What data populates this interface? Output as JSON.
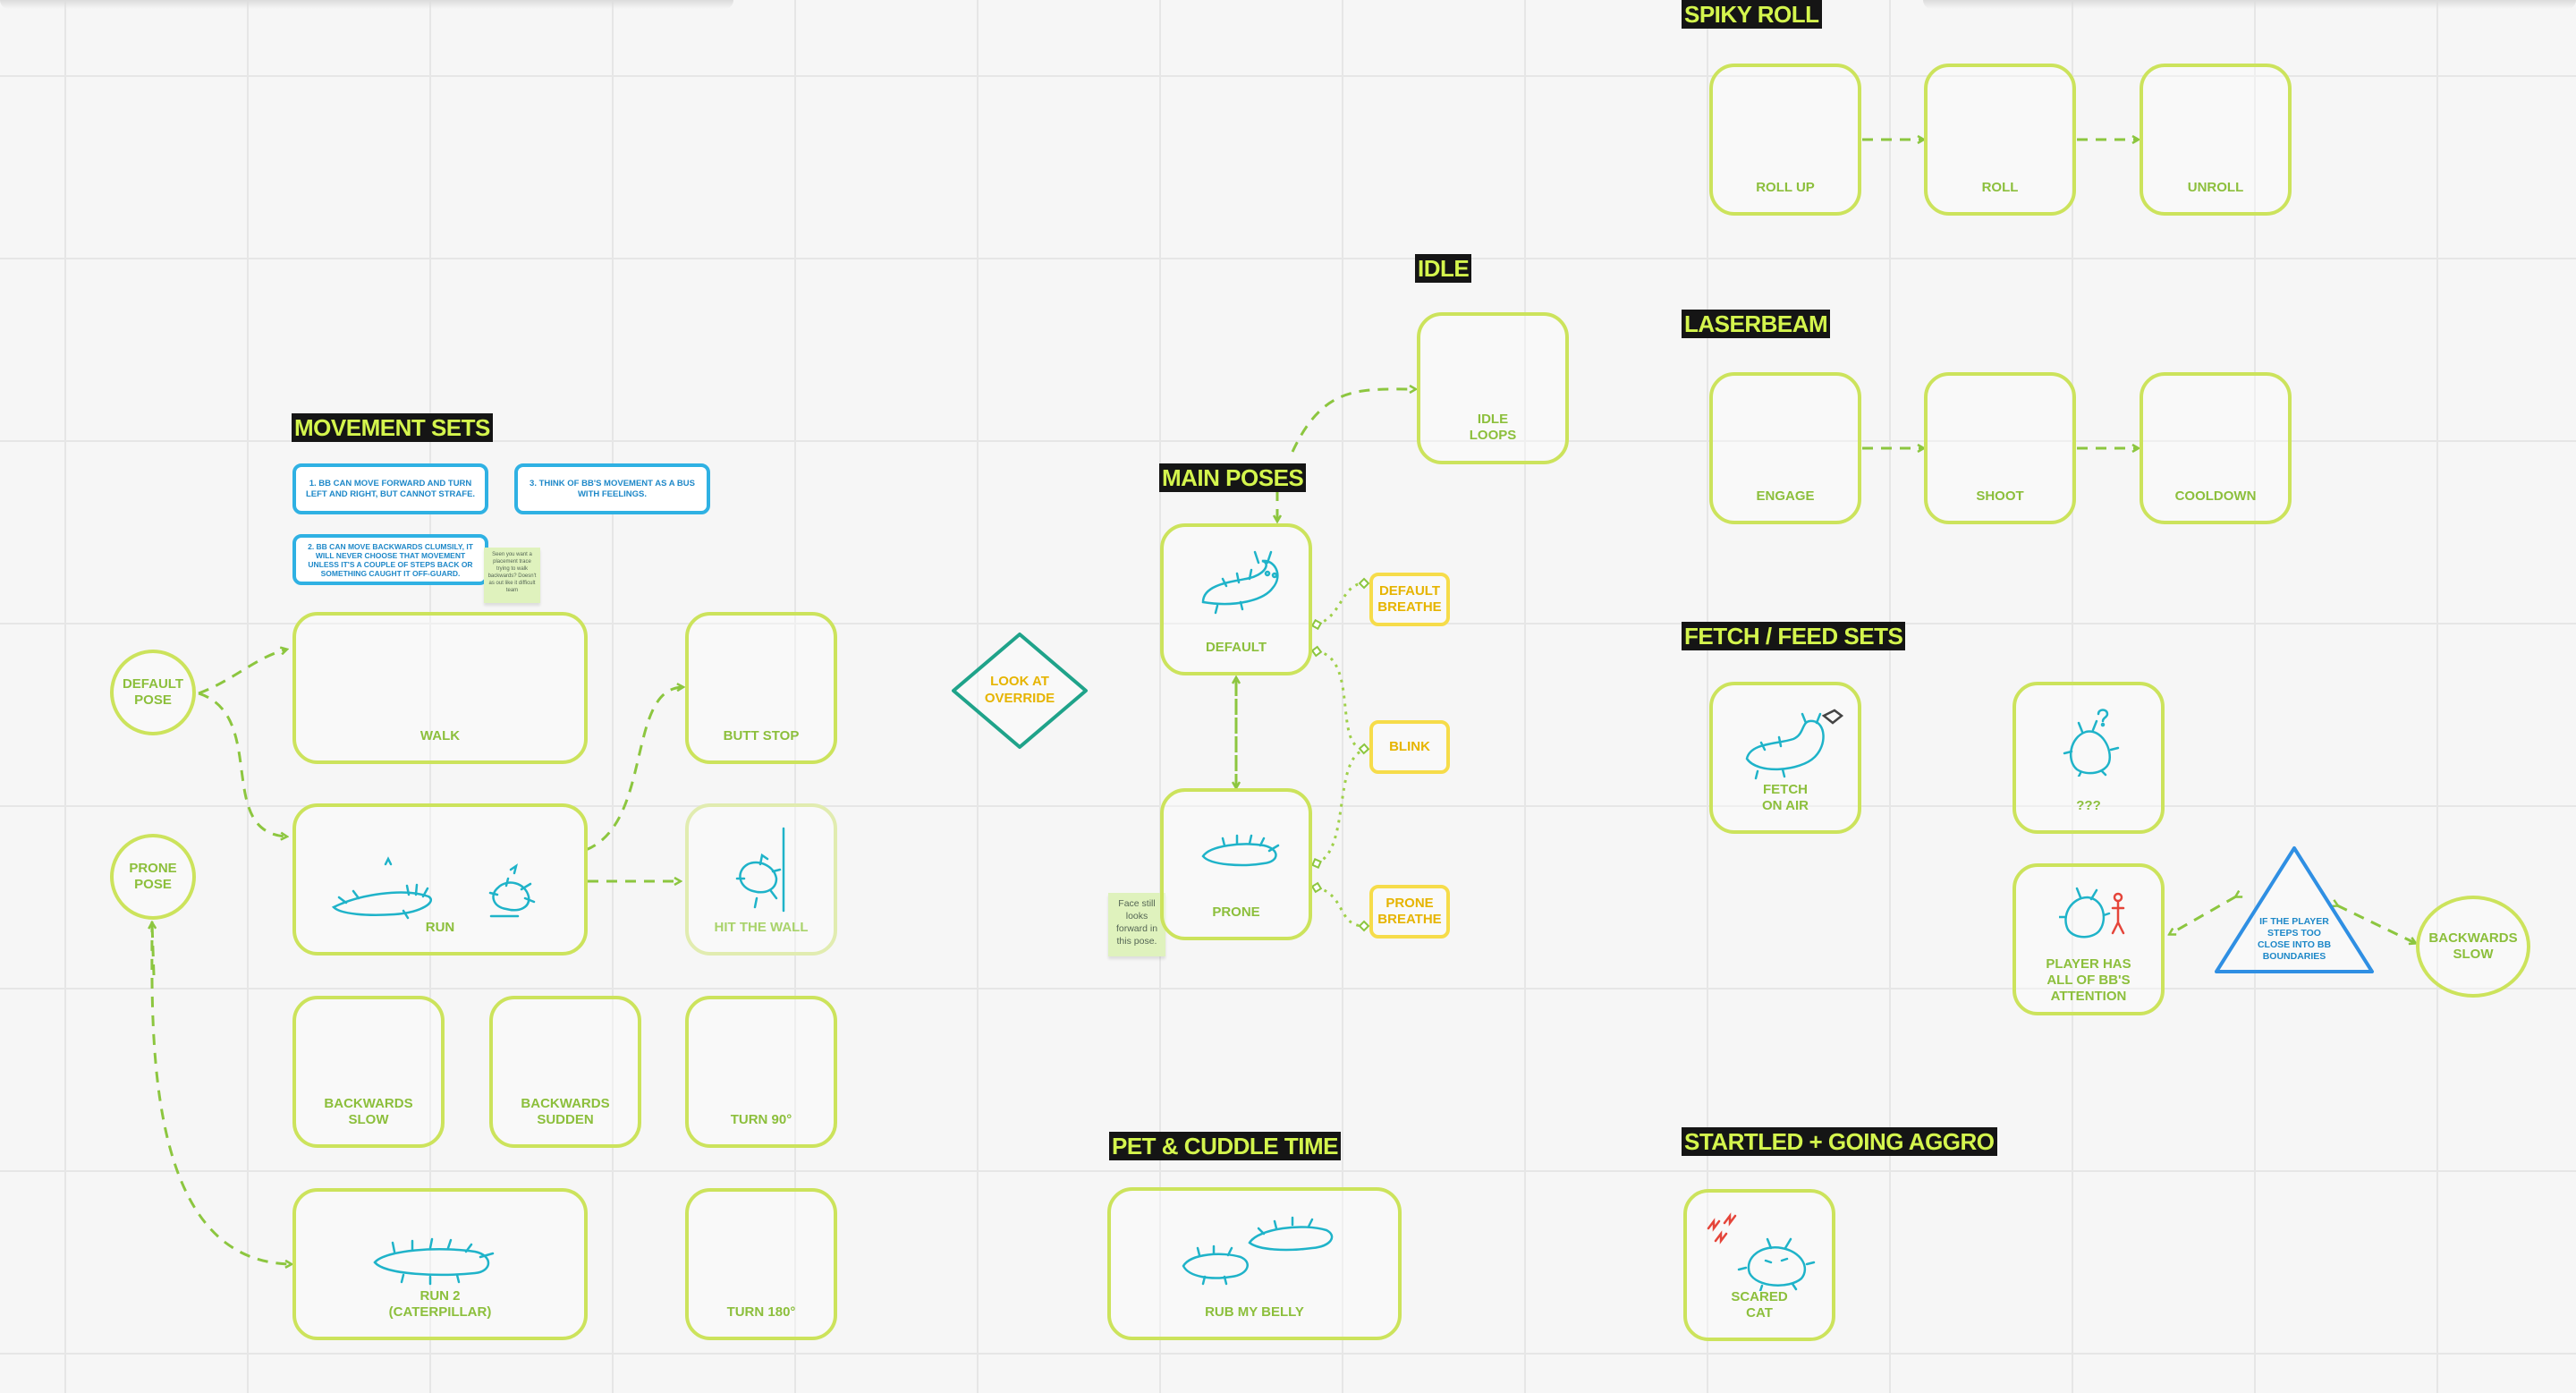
{
  "sections": {
    "movement_sets": "MOVEMENT SETS",
    "main_poses": "MAIN POSES",
    "idle": "IDLE",
    "spiky_roll": "SPIKY ROLL",
    "laserbeam": "LASERBEAM",
    "fetch_feed_sets": "FETCH / FEED SETS",
    "pet_cuddle_time": "PET & CUDDLE TIME",
    "startled_going_aggro": "STARTLED + GOING AGGRO"
  },
  "notes": {
    "note1": "1. BB CAN MOVE FORWARD AND TURN LEFT AND RIGHT, BUT CANNOT STRAFE.",
    "note2": "2. BB CAN MOVE BACKWARDS CLUMSILY, IT WILL NEVER CHOOSE THAT MOVEMENT UNLESS IT'S A COUPLE OF STEPS BACK OR SOMETHING CAUGHT IT OFF-GUARD.",
    "note3": "3. THINK OF BB'S MOVEMENT AS A BUS WITH FEELINGS.",
    "sticky_small": "Seen you want a placement trace trying to walk backwards? Doesn't as out like it difficult team",
    "sticky_face": "Face still looks forward in this pose."
  },
  "movement": {
    "default_pose": "DEFAULT\nPOSE",
    "prone_pose": "PRONE\nPOSE",
    "walk": "WALK",
    "run": "RUN",
    "butt_stop": "BUTT STOP",
    "hit_the_wall": "HIT THE WALL",
    "backwards_slow": "BACKWARDS\nSLOW",
    "backwards_sudden": "BACKWARDS\nSUDDEN",
    "turn_90": "TURN 90°",
    "run_2": "RUN 2\n(CATERPILLAR)",
    "turn_180": "TURN 180°"
  },
  "look_at_override": "LOOK AT\nOVERRIDE",
  "poses": {
    "default": "DEFAULT",
    "prone": "PRONE",
    "default_breathe": "DEFAULT\nBREATHE",
    "blink": "BLINK",
    "prone_breathe": "PRONE\nBREATHE"
  },
  "idle_loops": "IDLE\nLOOPS",
  "spiky_roll": {
    "roll_up": "ROLL UP",
    "roll": "ROLL",
    "unroll": "UNROLL"
  },
  "laserbeam": {
    "engage": "ENGAGE",
    "shoot": "SHOOT",
    "cooldown": "COOLDOWN"
  },
  "fetch": {
    "fetch_on_air": "FETCH\nON AIR",
    "unknown": "???",
    "player_attention": "PLAYER HAS\nALL OF BB'S\nATTENTION",
    "triangle_note": "IF THE PLAYER\nSTEPS TOO\nCLOSE INTO BB\nBOUNDARIES",
    "backwards_slow": "BACKWARDS\nSLOW"
  },
  "pet": {
    "rub_my_belly": "RUB MY BELLY"
  },
  "startled": {
    "scared_cat": "SCARED\nCAT"
  },
  "colors": {
    "node_border": "#cce35c",
    "label_green": "#8cbf3c",
    "yellow": "#f6dc4a",
    "blue": "#2fb1e3",
    "sketch": "#1fb3c9",
    "teal_diamond": "#1fa38a",
    "title_bg": "#151515",
    "title_fg": "#d4f54d"
  },
  "icons": [
    "creature-sketch",
    "arrow-head",
    "spark-icon",
    "person-icon"
  ]
}
